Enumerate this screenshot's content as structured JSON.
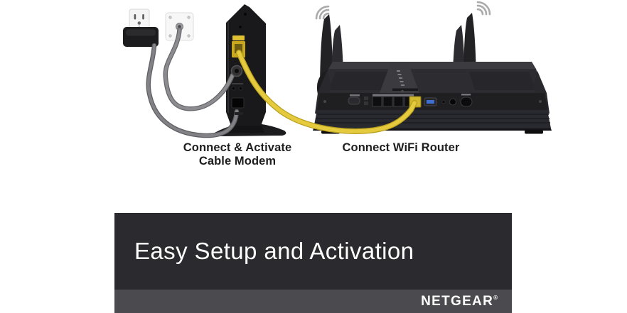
{
  "scene": {
    "background": "#ffffff",
    "description": "Setup diagram: wall outlet and coax plate connected to a cable modem, yellow ethernet cable to a WiFi router"
  },
  "diagram": {
    "modem_caption_line1": "Connect & Activate",
    "modem_caption_line2": "Cable Modem",
    "router_caption": "Connect WiFi Router",
    "colors": {
      "ethernet_cable_yellow": "#e4ca3c",
      "coax_power_cable_gray": "#8c8c90",
      "device_body_black": "#19191b",
      "wifi_waves_gray": "#aaaaaa",
      "wall_plate_white": "#f6f6f6"
    },
    "icons": [
      "power-outlet-icon",
      "power-adapter-icon",
      "coax-wall-plate-icon",
      "cable-modem-icon",
      "wifi-router-icon",
      "wifi-signal-icon",
      "ethernet-cable-icon",
      "coax-cable-icon",
      "power-cable-icon"
    ]
  },
  "banner": {
    "title": "Easy Setup and Activation",
    "panel_background": "#2b2b2f",
    "bar_background": "#4b4b4f",
    "text_color": "#ffffff",
    "brand": "NETGEAR",
    "brand_mark": "®"
  }
}
